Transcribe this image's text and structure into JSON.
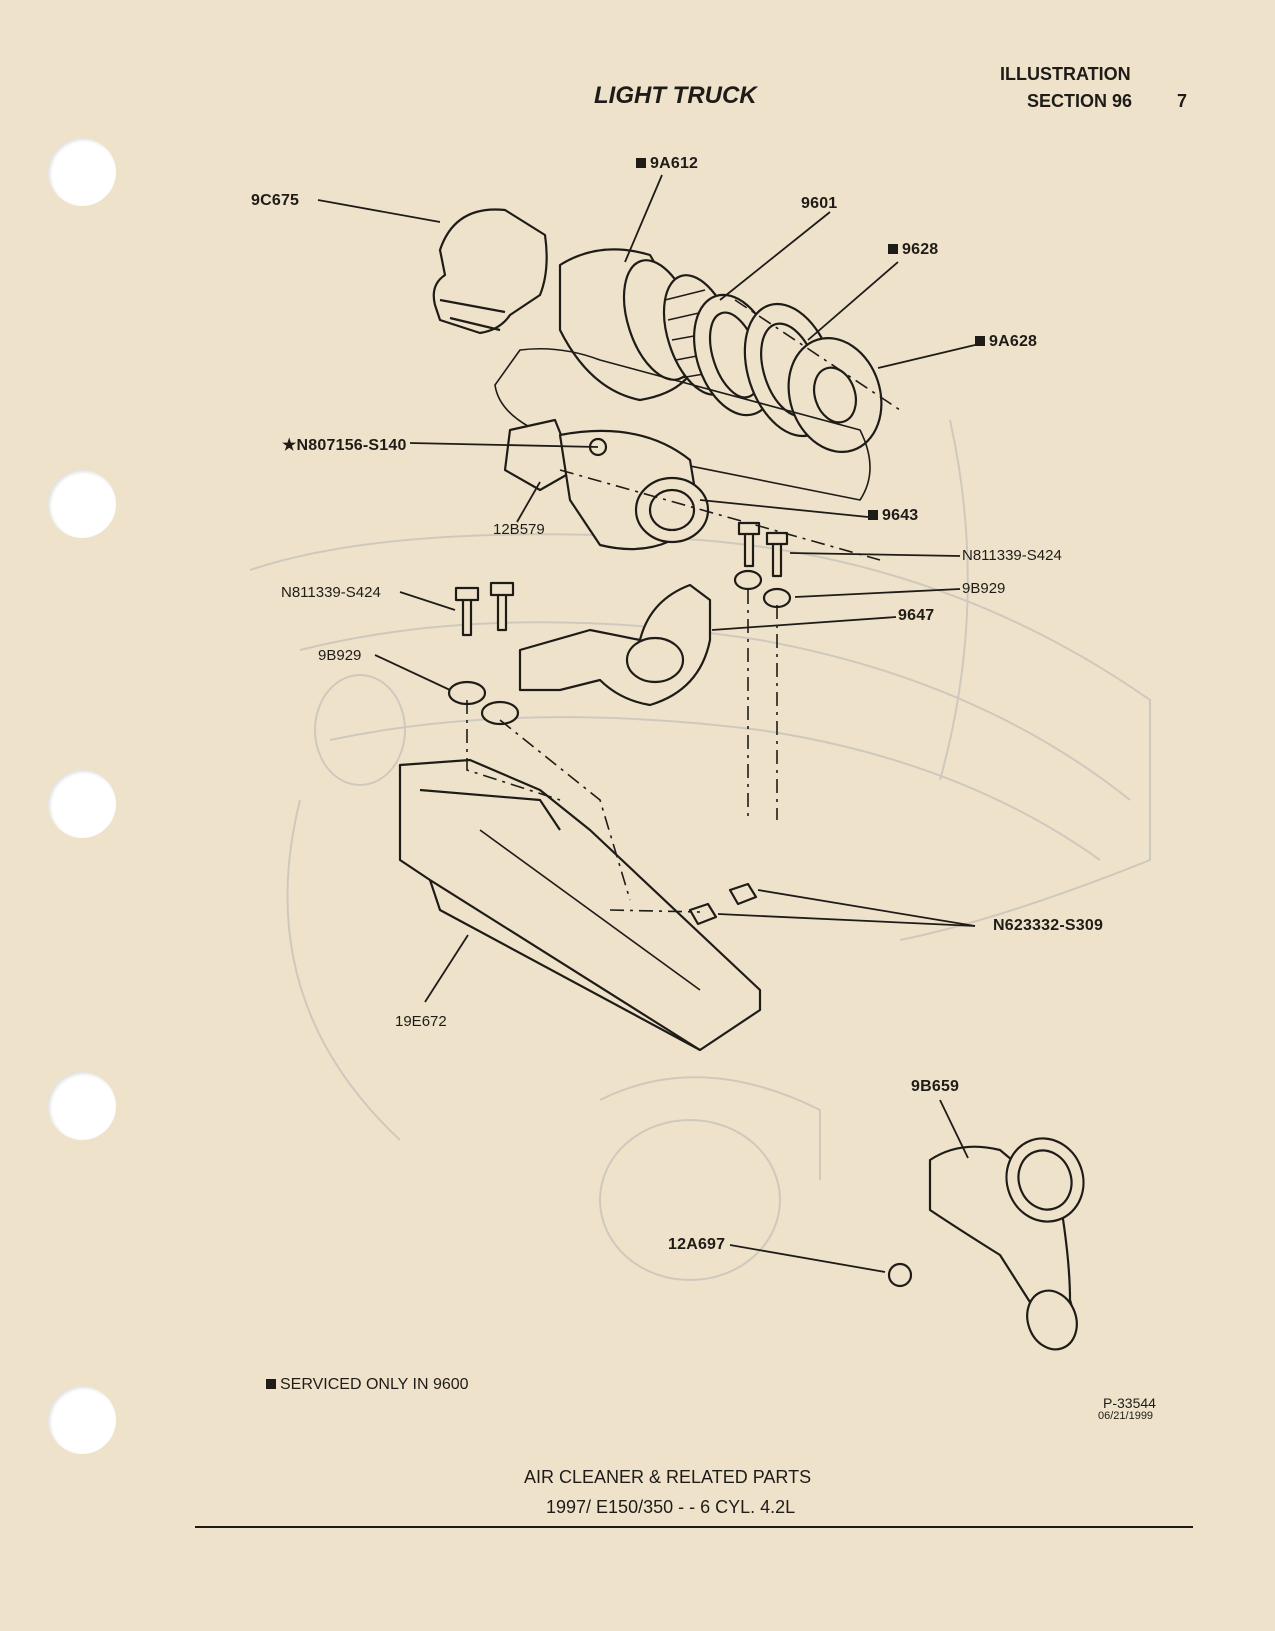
{
  "header": {
    "title": "LIGHT TRUCK",
    "illustration_label": "ILLUSTRATION",
    "section_label": "SECTION 96",
    "page_number": "7"
  },
  "labels": {
    "p9C675": "9C675",
    "p9A612": "9A612",
    "p9601": "9601",
    "p9628": "9628",
    "p9A628": "9A628",
    "pN807156": "★N807156-S140",
    "p12B579": "12B579",
    "p9643": "9643",
    "pN811339_right": "N811339-S424",
    "pN811339_left": "N811339-S424",
    "p9B929_right": "9B929",
    "p9B929_left": "9B929",
    "p9647": "9647",
    "pN623332": "N623332-S309",
    "p19E672": "19E672",
    "p9B659": "9B659",
    "p12A697": "12A697"
  },
  "legend": {
    "text": "SERVICED ONLY IN 9600"
  },
  "figure_id": {
    "code": "P-33544",
    "date": "06/21/1999"
  },
  "footer": {
    "line1": "AIR CLEANER & RELATED PARTS",
    "line2": "1997/ E150/350 - - 6 CYL. 4.2L"
  },
  "colors": {
    "paper": "#eee2cb",
    "ink": "#1f1c18",
    "ghost": "#c9c3b8"
  }
}
